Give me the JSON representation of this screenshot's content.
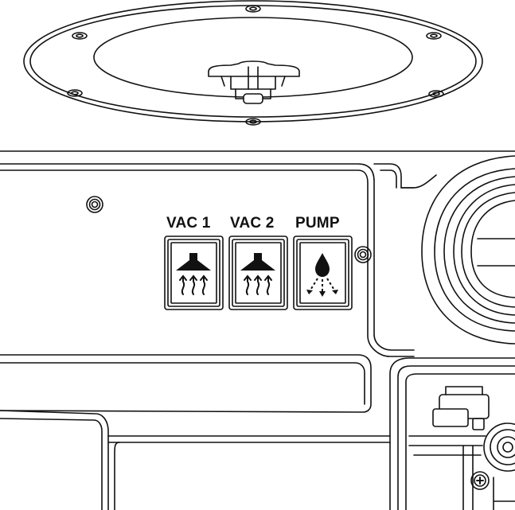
{
  "colors": {
    "stroke": "#111111",
    "background": "#ffffff"
  },
  "panel": {
    "buttons": [
      {
        "label": "VAC 1",
        "icon": "vacuum-icon"
      },
      {
        "label": "VAC 2",
        "icon": "vacuum-icon"
      },
      {
        "label": "PUMP",
        "icon": "water-drop-pump-icon"
      }
    ]
  }
}
